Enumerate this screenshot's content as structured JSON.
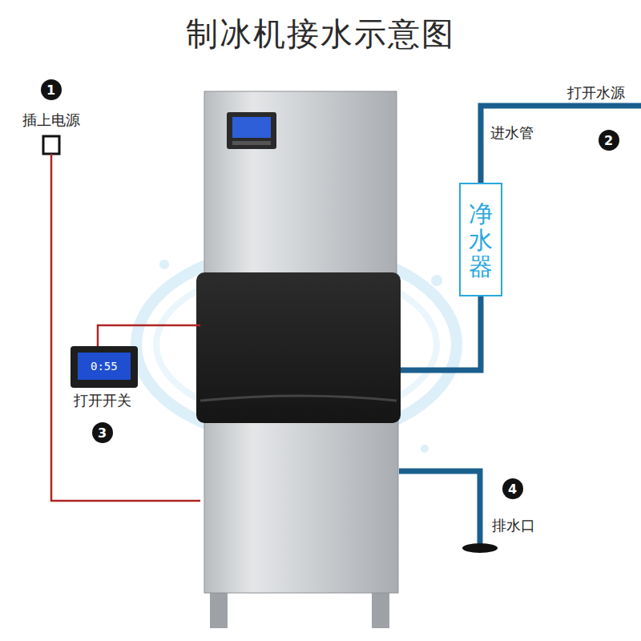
{
  "diagram": {
    "title": "制冰机接水示意图",
    "nodes": [
      {
        "text": [
          "净水器"
        ]
      }
    ],
    "labels": [
      "1",
      "插上电源",
      "打开水源",
      "进水管",
      "2",
      "0:55",
      "打开开关",
      "3",
      "4",
      "排水口"
    ]
  }
}
